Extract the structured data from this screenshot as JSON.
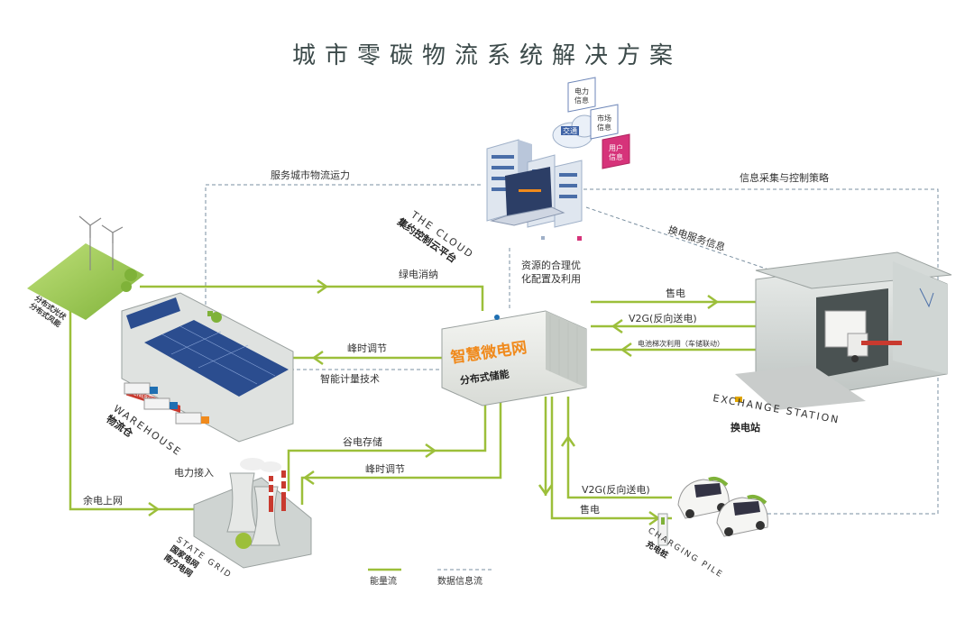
{
  "title": "城市零碳物流系统解决方案",
  "cloud": {
    "label_en": "THE CLOUD",
    "label_zh": "集约控制云平台",
    "badges": [
      "电力\n信息",
      "市场\n信息",
      "交通\n信息",
      "用户\n信息"
    ]
  },
  "storage": {
    "brand": "智慧微电网",
    "label": "分布式储能"
  },
  "warehouse": {
    "label_en": "WAREHOUSE",
    "label_zh": "物流仓",
    "sign": "ENERGY HOUSE"
  },
  "solar": {
    "label_l1": "分布式光伏",
    "label_l2": "分布式风能"
  },
  "exchange": {
    "label_en": "EXCHANGE STATION",
    "label_zh": "换电站"
  },
  "grid": {
    "label_en": "STATE GRID",
    "label_zh1": "国家电网",
    "label_zh2": "南方电网"
  },
  "charging": {
    "label_en": "CHARGING PILE",
    "label_zh": "充电桩"
  },
  "flows": {
    "service_city": "服务城市物流运力",
    "info_collect": "信息采集与控制策略",
    "exchange_info": "换电服务信息",
    "resource_l1": "资源的合理优",
    "resource_l2": "化配置及利用",
    "green": "绿电消纳",
    "peak_reg": "峰时调节",
    "smart_meter": "智能计量技术",
    "sell_power": "售电",
    "v2g": "V2G(反向送电)",
    "battery_reuse": "电池梯次利用（车储联动）",
    "valley": "谷电存储",
    "peak_reg2": "峰时调节",
    "power_access": "电力接入",
    "surplus": "余电上网",
    "v2g_pile": "V2G(反向送电)",
    "sell_pile": "售电"
  },
  "legend": {
    "energy": "能量流",
    "data": "数据信息流"
  },
  "colors": {
    "energy_line": "#9cbf3a",
    "data_line": "#7a8fa0",
    "brand_orange": "#f08a1c",
    "badge_pink": "#d6337a"
  }
}
